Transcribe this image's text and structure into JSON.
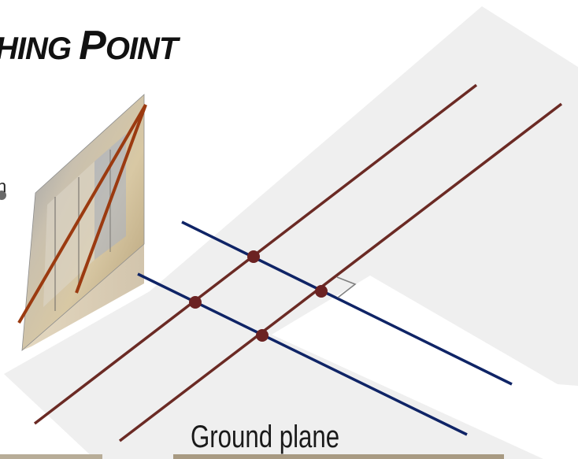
{
  "slide": {
    "title_big_1": "",
    "title_small_1": "HING ",
    "title_big_2": "P",
    "title_small_2": "OINT",
    "ground_plane_label": "Ground plane",
    "left_edge_glyph": "n"
  },
  "colors": {
    "ground_plane_fill": "#efefef",
    "rail_lines": "#6b2a24",
    "cross_lines": "#0f2466",
    "intersection_dots": "#6b2222",
    "photo_lines": "#9b3a10",
    "right_angle_marker": "#808080"
  },
  "icons": [
    "hallway-photo",
    "right-angle-marker",
    "intersection-point"
  ]
}
